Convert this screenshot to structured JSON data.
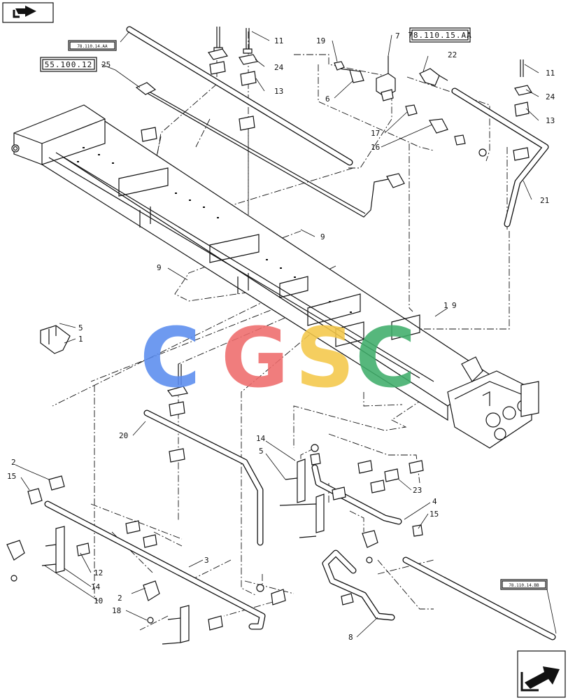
{
  "reference_boxes": {
    "top_left": "78.110.14.AA",
    "left_box": "55.100.12",
    "top_right": "78.110.15.AA",
    "bottom_right": "78.110.14.BB"
  },
  "callouts": {
    "c1_a": "1",
    "c1_b": "1",
    "c2_a": "2",
    "c2_b": "2",
    "c3": "3",
    "c4": "4",
    "c5_a": "5",
    "c5_b": "5",
    "c6": "6",
    "c7": "7",
    "c8": "8",
    "c9_a": "9",
    "c9_b": "9",
    "c9_c": "9",
    "c10": "10",
    "c11_a": "11",
    "c11_b": "11",
    "c12": "12",
    "c13_a": "13",
    "c13_b": "13",
    "c14_a": "14",
    "c14_b": "14",
    "c15_a": "15",
    "c15_b": "15",
    "c16": "16",
    "c17": "17",
    "c18": "18",
    "c19": "19",
    "c20": "20",
    "c21": "21",
    "c22": "22",
    "c23": "23",
    "c24_a": "24",
    "c24_b": "24",
    "c25": "25"
  },
  "watermark": {
    "letters": [
      "C",
      "G",
      "S",
      "C"
    ],
    "colors": [
      "#5b8def",
      "#ef6c6c",
      "#f4c84a",
      "#3fae6a"
    ]
  },
  "nav_icons": {
    "top_left": "back-arrow-icon",
    "bottom_right": "forward-arrow-icon"
  }
}
